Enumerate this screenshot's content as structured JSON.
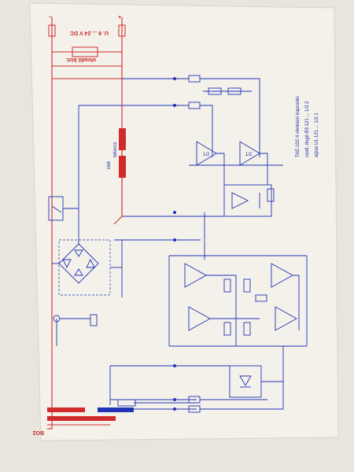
{
  "colors": {
    "background": "#e7e5dc",
    "paper": "#f3f1ea",
    "ink_blue": "#2233b5",
    "ink_red": "#d12c2c"
  },
  "sheet": {
    "note_line_1": "TAE-102.4 vénkézo kapcsolo",
    "note_line_2": "csatl. dugó B3 121 ... 1/2.2",
    "note_line_3": "aljzat U1 121 ... 1/2.1",
    "terminal_minus": "−",
    "terminal_plus": "+",
    "supply_label": "U. 6 ... 24 V DC",
    "fuse_label": "olvadó bizt.",
    "relay_label_1": "relé",
    "relay_label_2": "tekercs",
    "opamp_1": "1/2",
    "opamp_2": "1/2",
    "bottom_label": "BO2"
  }
}
